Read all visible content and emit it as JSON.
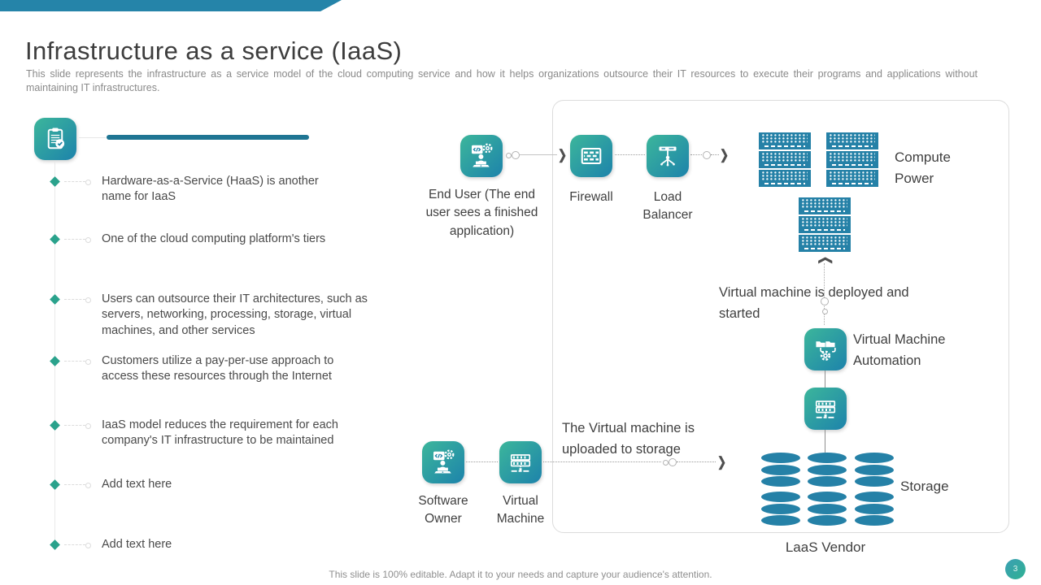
{
  "slide": {
    "title": "Infrastructure as a service (IaaS)",
    "subtitle": "This slide represents the infrastructure as a service model of the cloud computing service and how it helps organizations outsource their IT resources to execute their programs and applications without maintaining IT infrastructures.",
    "footer": "This slide is 100% editable. Adapt it to your needs and capture your audience's attention.",
    "page_number": "3"
  },
  "colors": {
    "top_bar": "#2584a9",
    "accent_rule": "#1f7593",
    "icon_gradient_start": "#3cb69b",
    "icon_gradient_end": "#1d83ab",
    "server_blue": "#2581a7",
    "bullet_diamond": "#2aa28c"
  },
  "bullets": [
    {
      "text": "Hardware-as-a-Service (HaaS) is another name for IaaS"
    },
    {
      "text": "One of the cloud computing platform's tiers"
    },
    {
      "text": "Users can outsource their IT architectures, such as servers, networking, processing, storage, virtual machines, and other services"
    },
    {
      "text": "Customers utilize a pay-per-use approach to access these resources through the Internet"
    },
    {
      "text": "IaaS model reduces the requirement for each company's IT infrastructure to be maintained"
    },
    {
      "text": "Add text here"
    },
    {
      "text": "Add text here"
    }
  ],
  "diagram": {
    "end_user_label": "End User (The end user sees a finished application)",
    "firewall_label": "Firewall",
    "load_balancer_label": "Load Balancer",
    "compute_power_label": "Compute Power",
    "vm_deployed_note": "Virtual machine is deployed and started",
    "vm_automation_label": "Virtual Machine Automation",
    "storage_label": "Storage",
    "vendor_label": "LaaS Vendor",
    "software_owner_label": "Software Owner",
    "virtual_machine_label": "Virtual Machine",
    "vm_upload_note": "The Virtual machine is uploaded to storage"
  }
}
